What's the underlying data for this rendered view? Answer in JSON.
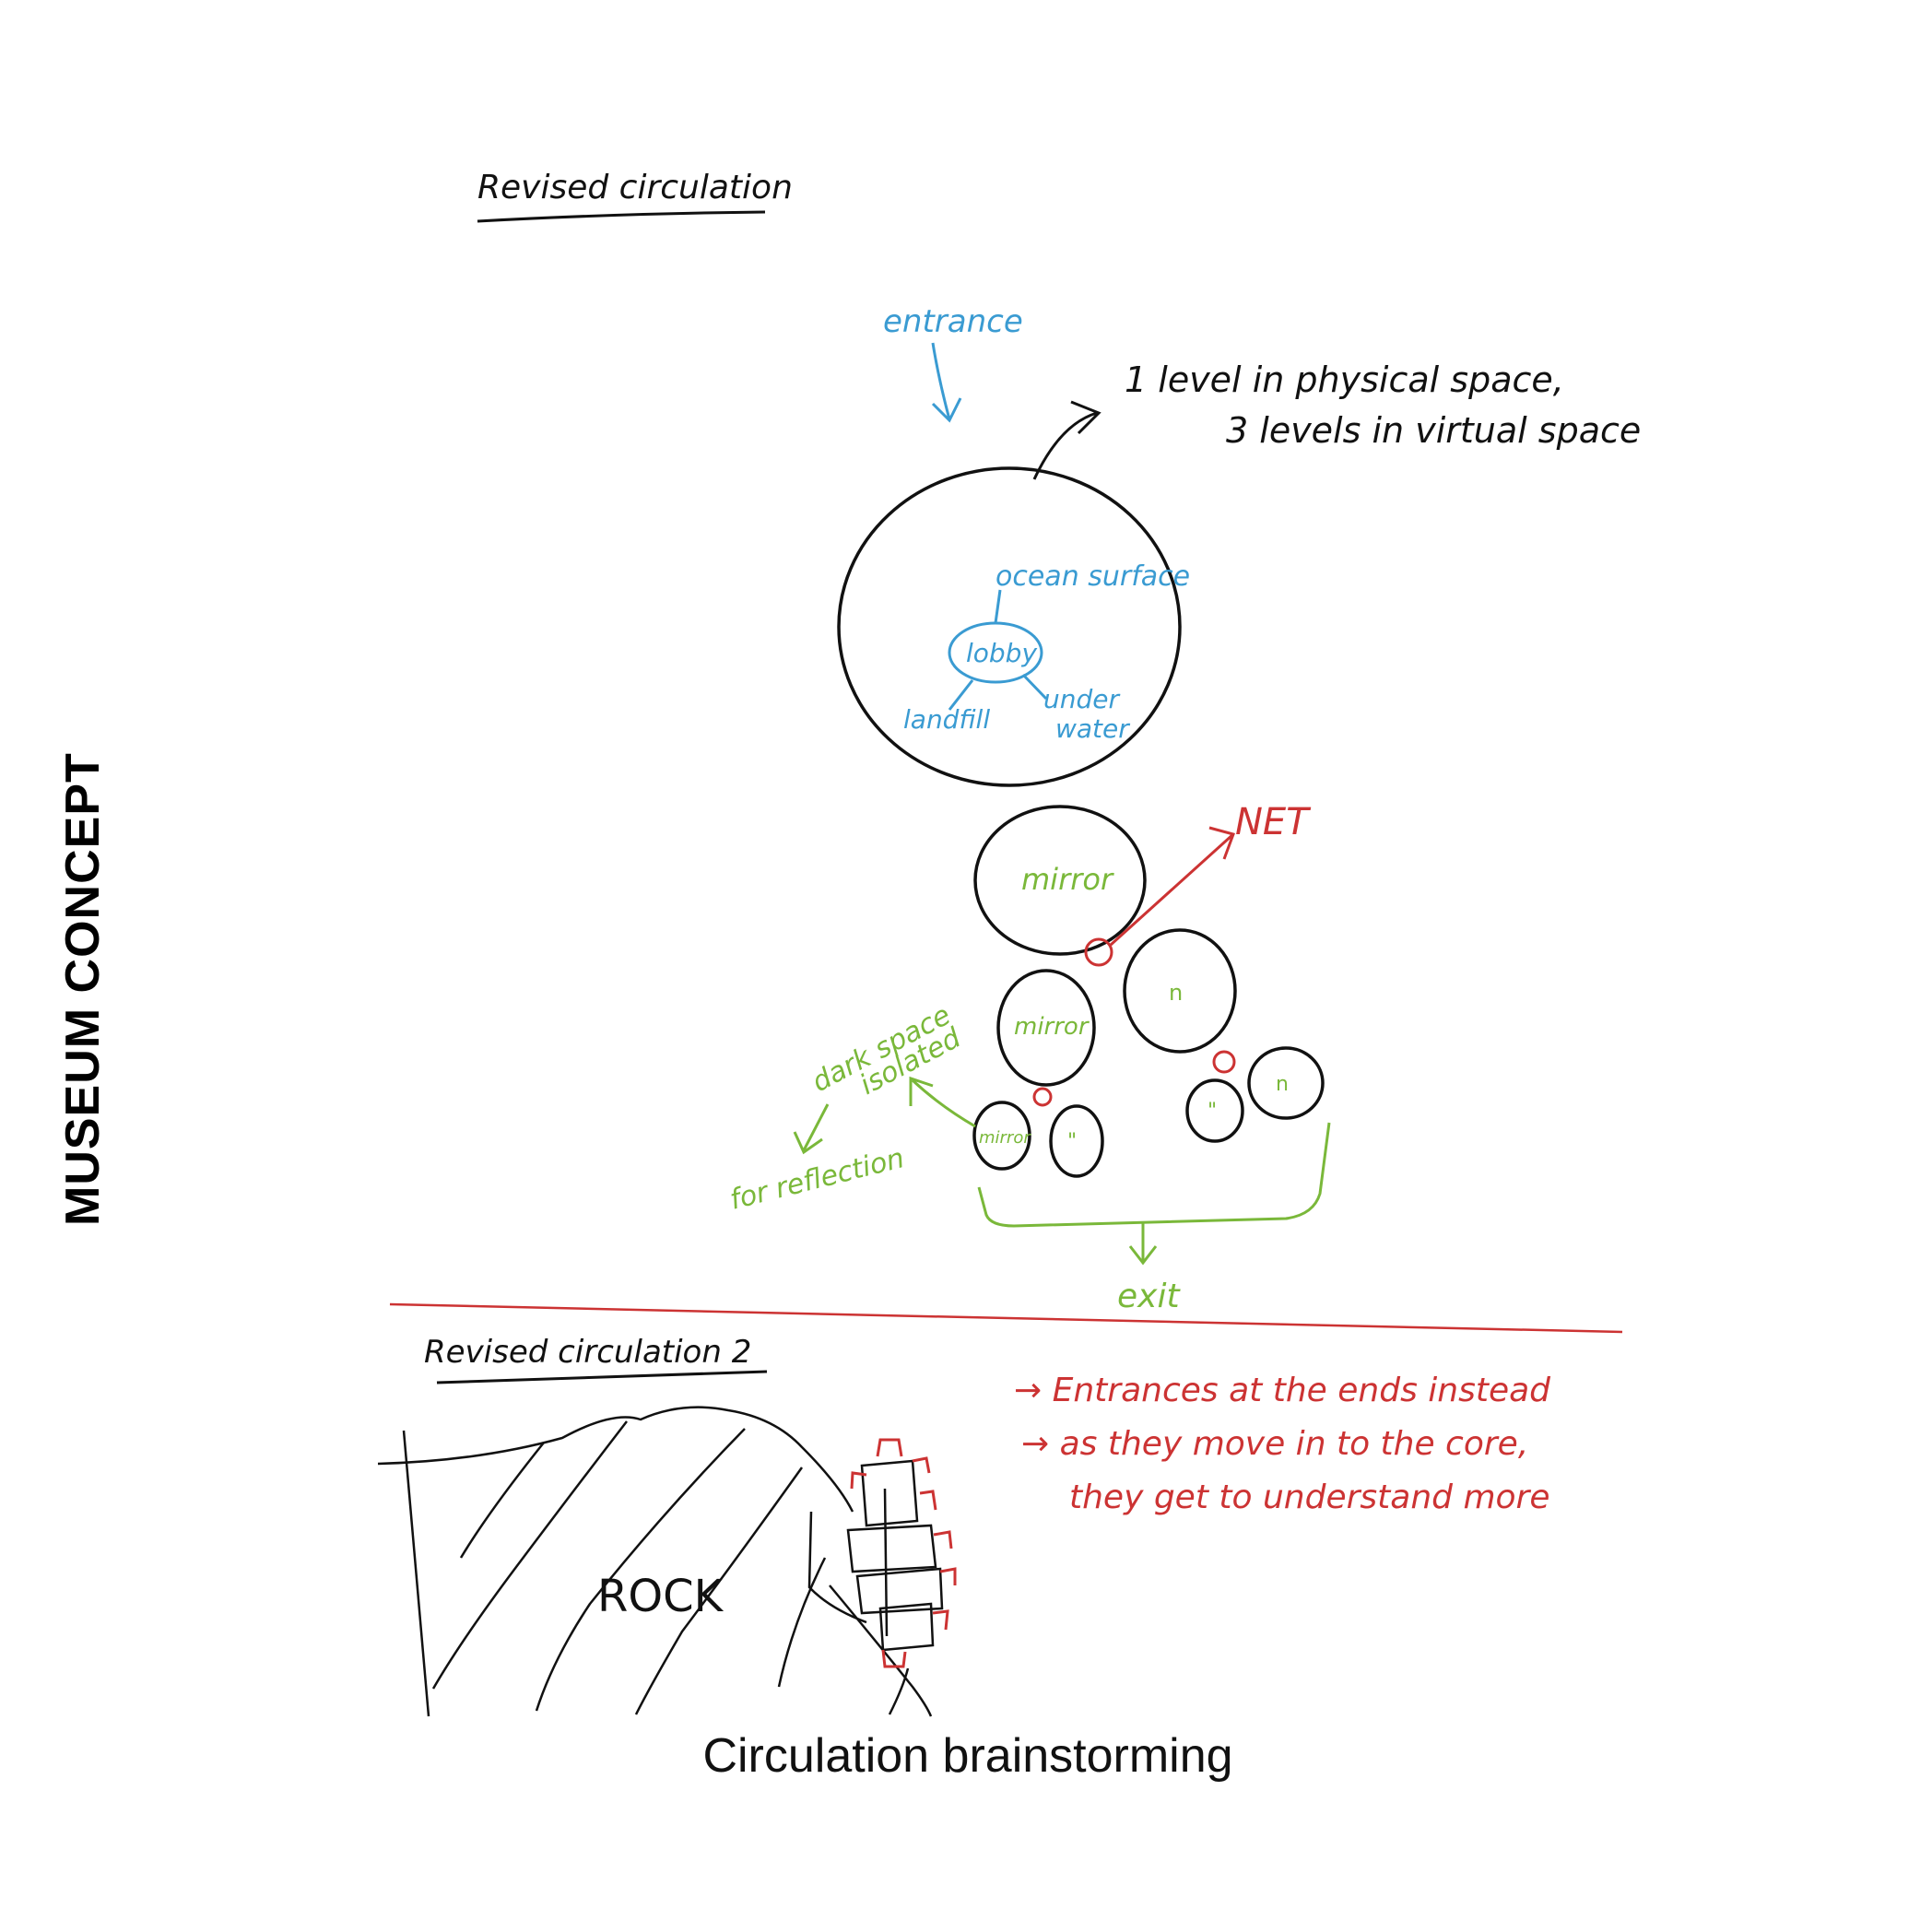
{
  "side_title": "MUSEUM CONCEPT",
  "caption": "Circulation brainstorming",
  "colors": {
    "ink": "#111111",
    "blue": "#3a9bd2",
    "green": "#7ab83a",
    "red": "#cc3333"
  },
  "sketch1": {
    "heading": "Revised circulation",
    "entrance_label": "entrance",
    "note_line1": "1 level in physical space,",
    "note_line2": "3 levels in virtual space",
    "lobby_label": "lobby",
    "ocean_label": "ocean surface",
    "landfill_label": "landfill",
    "under_label": "under",
    "water_label": "water",
    "net_label": "NET",
    "mirror_top": "mirror",
    "mirror_mid": "mirror",
    "mirror_small": "mirror",
    "ditto_1": "n",
    "ditto_2": "\"",
    "ditto_3": "\"",
    "ditto_4": "n",
    "dark_space_line1": "dark space",
    "dark_space_line2": "isolated",
    "reflection_label": "for reflection",
    "exit_label": "exit"
  },
  "sketch2": {
    "heading": "Revised circulation 2",
    "rock_label": "ROCK",
    "note_line1": "→ Entrances at the ends instead",
    "note_line2": "→ as they move in to the core,",
    "note_line3": "they get to understand more"
  }
}
